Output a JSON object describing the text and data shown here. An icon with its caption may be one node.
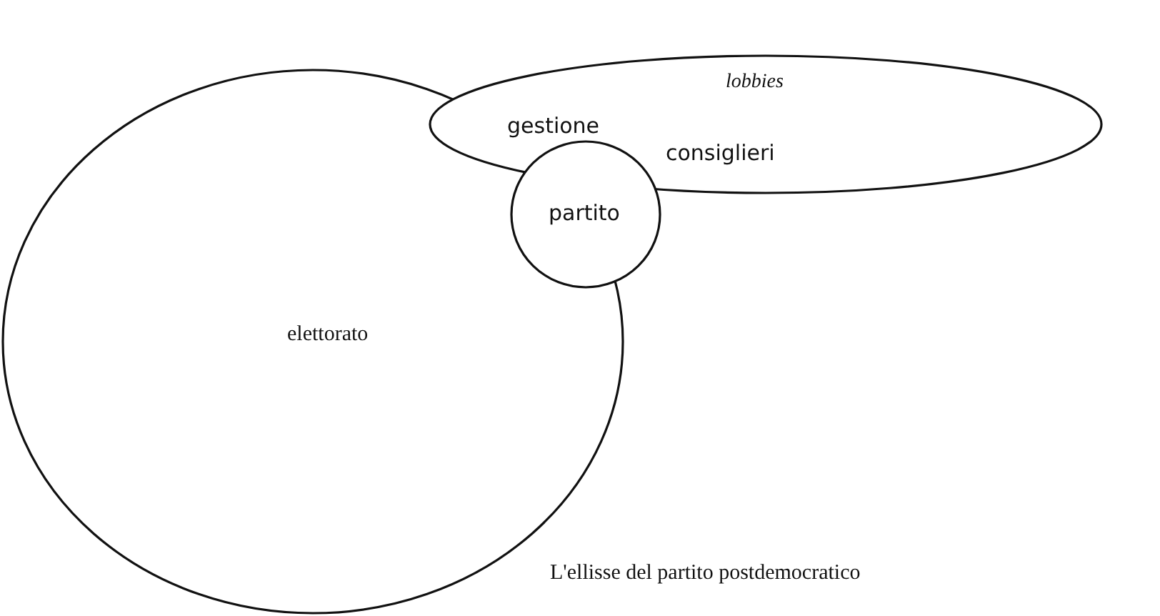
{
  "diagram": {
    "caption": "L'ellisse del partito postdemocratico",
    "nodes": [
      {
        "text": [
          "elettorato"
        ]
      },
      {
        "text": [
          "lobbies"
        ]
      },
      {
        "text": [
          "partito"
        ]
      }
    ],
    "labels": [
      "gestione",
      "consiglieri"
    ]
  }
}
